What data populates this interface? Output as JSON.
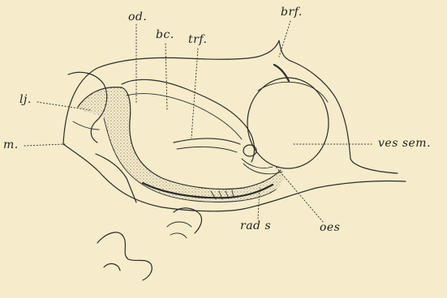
{
  "labels": {
    "od": "od.",
    "bc": "bc.",
    "trf": "trf.",
    "brf": "brf.",
    "lj": "lj.",
    "m": "m.",
    "ves_sem": "ves sem.",
    "oes": "oes",
    "rads": "rad s"
  }
}
